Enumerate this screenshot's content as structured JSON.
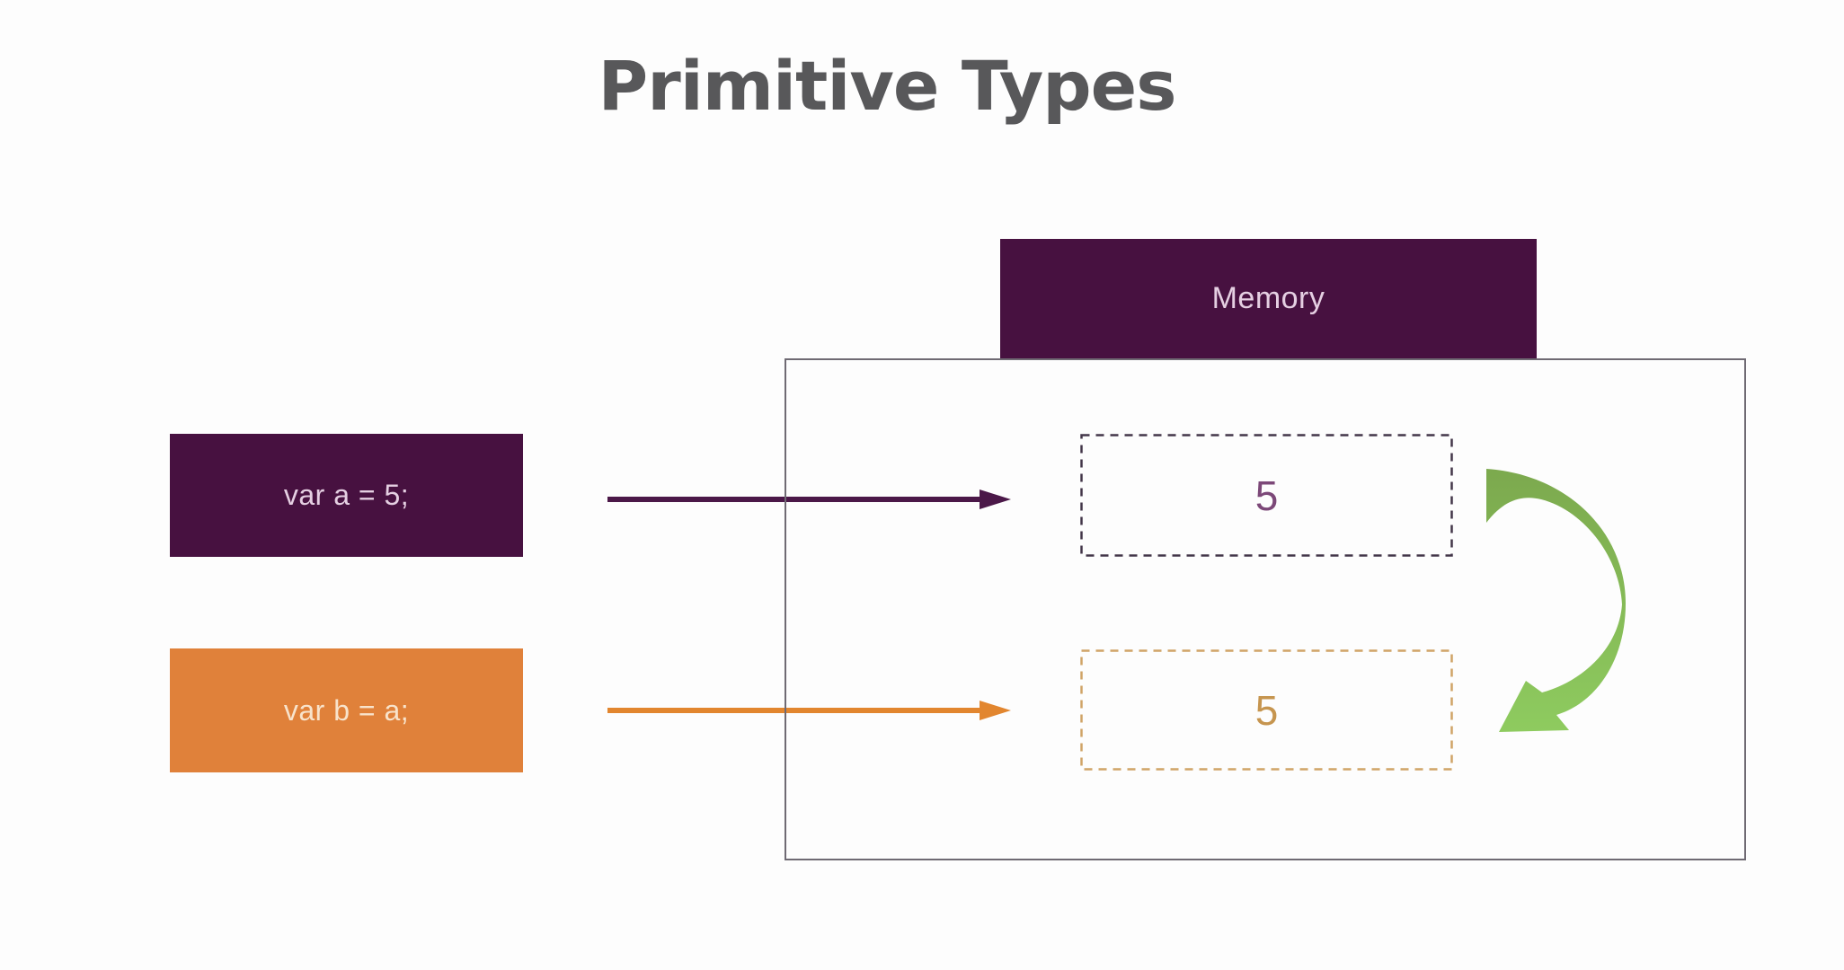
{
  "slide": {
    "title": "Primitive Types",
    "title_color": "#58585a",
    "background": "#fdfdfd"
  },
  "memory": {
    "label": "Memory",
    "header_bg": "#471140",
    "header_text_color": "#e5cfe2",
    "panel_border_color": "#6f6a73"
  },
  "variables": [
    {
      "declaration": "var a = 5;",
      "box_bg": "#471140",
      "box_text_color": "#e5cfe2",
      "arrow_color": "#4b1848",
      "memory_value": "5",
      "value_color": "#7c4878",
      "slot_border_color": "#433649"
    },
    {
      "declaration": "var b = a;",
      "box_bg": "#e0813a",
      "box_text_color": "#f8e3cb",
      "arrow_color": "#e2862f",
      "memory_value": "5",
      "value_color": "#c6954f",
      "slot_border_color": "#d0a467"
    }
  ],
  "copy_arrow": {
    "gradient_top": "#7ca94e",
    "gradient_bottom": "#8ecb5f"
  }
}
